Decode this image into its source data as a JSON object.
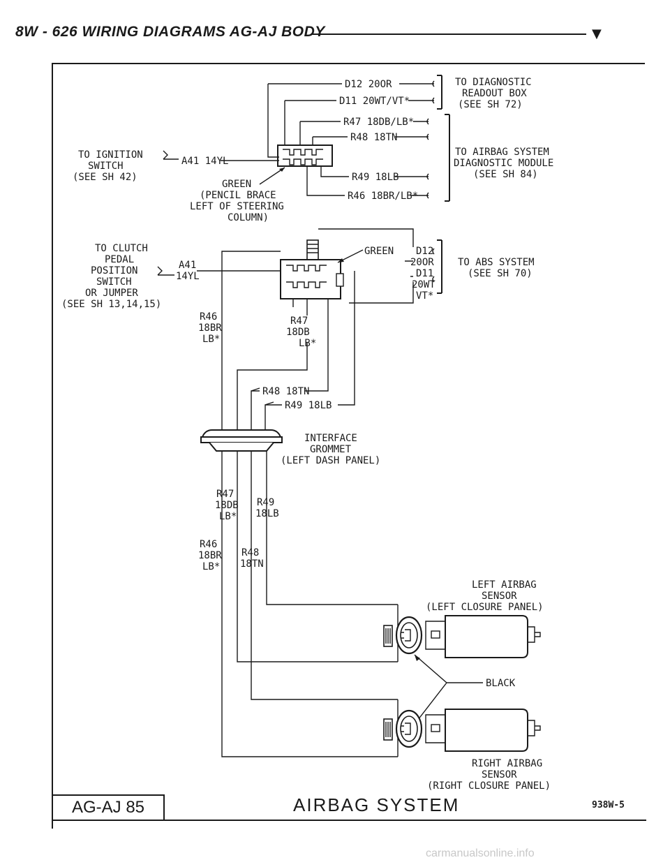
{
  "header": {
    "title": "8W - 626   WIRING DIAGRAMS AG-AJ BODY",
    "arrow_icon": "down-triangle-icon"
  },
  "labels": {
    "d12": "D12 20OR",
    "d11": "D11 20WT/VT*",
    "diag_readout": [
      "TO DIAGNOSTIC",
      "READOUT BOX",
      "(SEE SH 72)"
    ],
    "r47_top": "R47 18DB/LB*",
    "r48_top": "R48 18TN",
    "r49_top": "R49 18LB",
    "r46_top": "R46 18BR/LB*",
    "airbag_module": [
      "TO AIRBAG SYSTEM",
      "DIAGNOSTIC MODULE",
      "(SEE SH 84)"
    ],
    "ignition": [
      "TO IGNITION",
      "SWITCH",
      "(SEE SH 42)"
    ],
    "a41_top": "A41 14YL",
    "green_top": "GREEN",
    "pencil_brace": [
      "(PENCIL BRACE",
      "LEFT OF STEERING",
      "COLUMN)"
    ],
    "clutch": [
      "TO CLUTCH",
      "PEDAL",
      "POSITION",
      "SWITCH",
      "OR JUMPER",
      "(SEE SH 13,14,15)"
    ],
    "a41_mid": [
      "A41",
      "14YL"
    ],
    "green_mid": "GREEN",
    "d12_mid": [
      "D12",
      "20OR"
    ],
    "d11_mid": [
      "D11",
      "20WT",
      "VT*"
    ],
    "abs": [
      "TO ABS SYSTEM",
      "(SEE SH 70)"
    ],
    "r46_mid": [
      "R46",
      "18BR",
      "LB*"
    ],
    "r47_mid": [
      "R47",
      "18DB",
      "LB*"
    ],
    "r48_mid": "R48 18TN",
    "r49_mid": "R49 18LB",
    "grommet": [
      "INTERFACE",
      "GROMMET",
      "(LEFT DASH PANEL)"
    ],
    "r47_low": [
      "R47",
      "18DB",
      "LB*"
    ],
    "r49_low": [
      "R49",
      "18LB"
    ],
    "r46_low": [
      "R46",
      "18BR",
      "LB*"
    ],
    "r48_low": [
      "R48",
      "18TN"
    ],
    "left_sensor": [
      "LEFT AIRBAG",
      "SENSOR",
      "(LEFT CLOSURE PANEL)"
    ],
    "black": "BLACK",
    "right_sensor": [
      "RIGHT AIRBAG",
      "SENSOR",
      "(RIGHT CLOSURE PANEL)"
    ]
  },
  "footer": {
    "page_code": "AG-AJ 85",
    "section_title": "AIRBAG SYSTEM",
    "drawing_id": "938W-5"
  },
  "watermark": "carmanualsonline.info"
}
